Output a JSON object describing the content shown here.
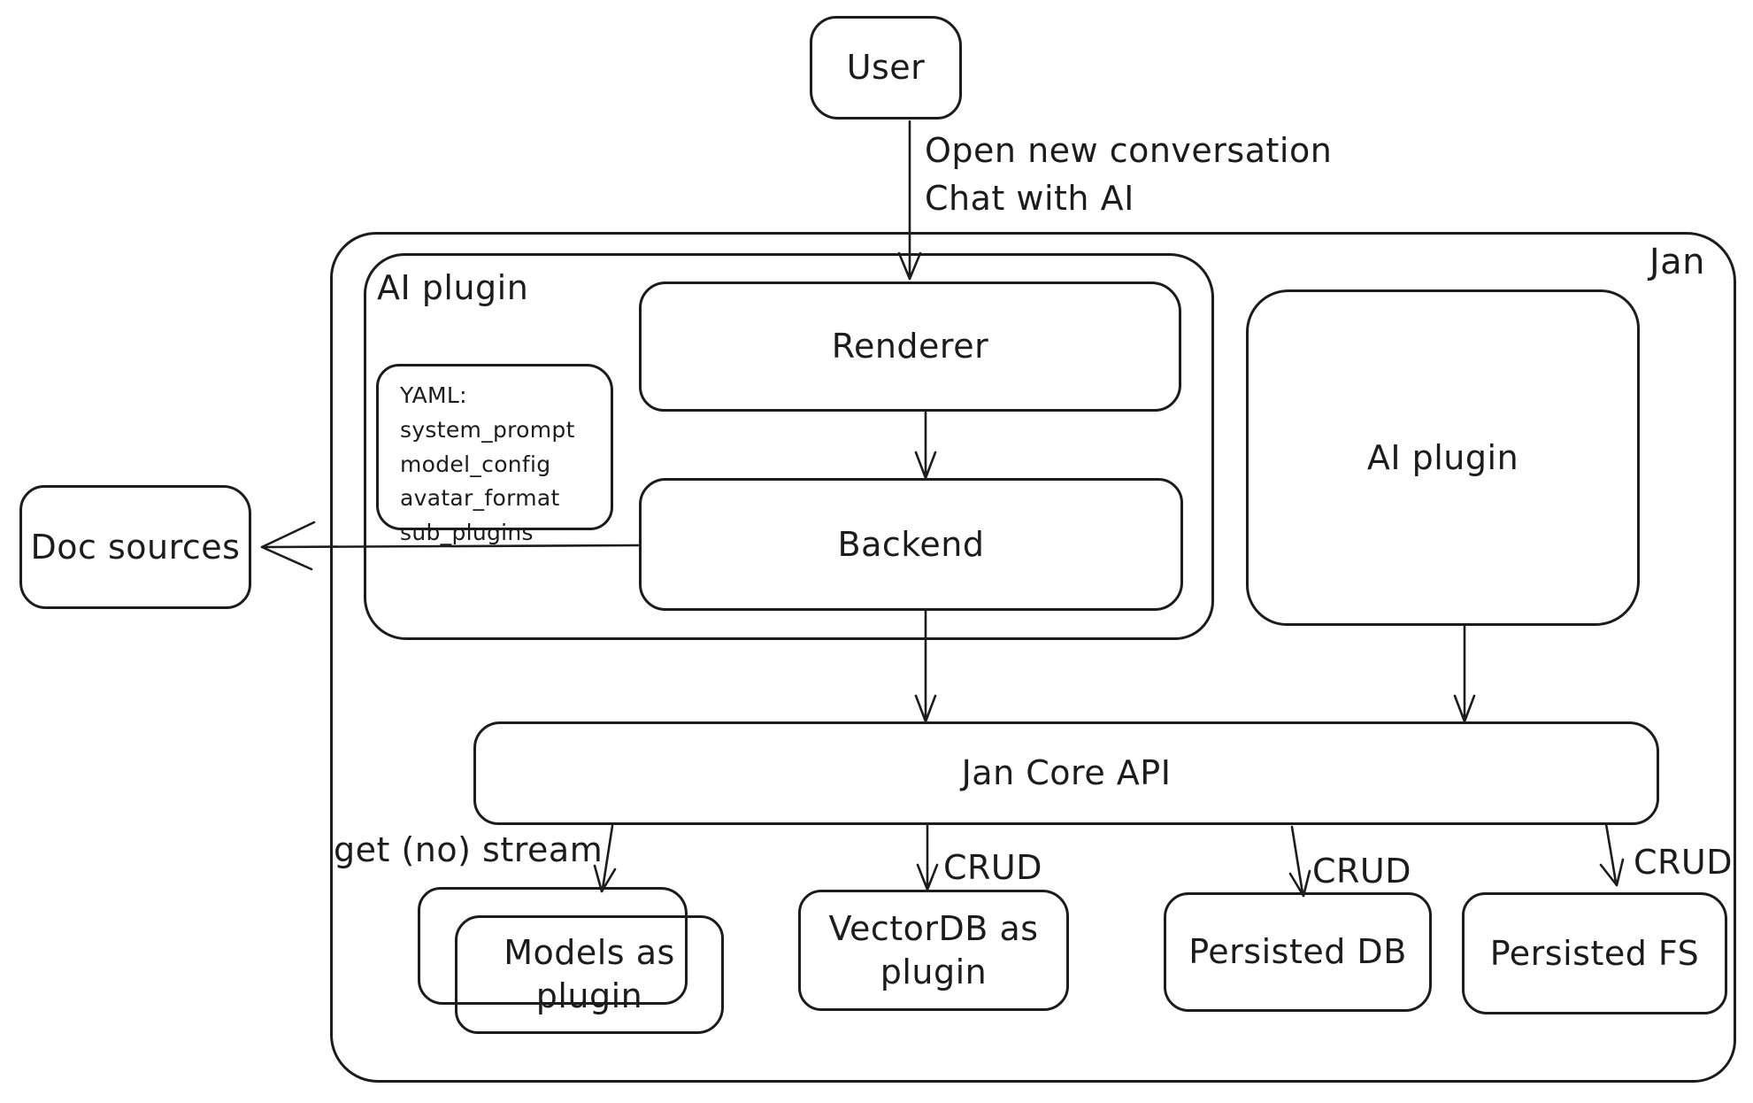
{
  "nodes": {
    "user": {
      "label": "User"
    },
    "jan": {
      "label": "Jan"
    },
    "ai_plugin_left": {
      "label": "AI plugin"
    },
    "renderer": {
      "label": "Renderer"
    },
    "yaml_note": {
      "lines": [
        "YAML:",
        "system_prompt",
        "model_config",
        "avatar_format",
        "sub_plugins"
      ]
    },
    "backend": {
      "label": "Backend"
    },
    "ai_plugin_right": {
      "label": "AI plugin"
    },
    "doc_sources": {
      "label": "Doc sources"
    },
    "jan_core_api": {
      "label": "Jan Core API"
    },
    "models_plugin": {
      "label": "Models as plugin"
    },
    "vectordb_plugin": {
      "label": "VectorDB as plugin"
    },
    "persisted_db": {
      "label": "Persisted DB"
    },
    "persisted_fs": {
      "label": "Persisted FS"
    }
  },
  "edges": {
    "user_to_renderer": {
      "lines": [
        "Open new conversation",
        "Chat with AI"
      ]
    },
    "api_to_models": {
      "label": "get (no) stream"
    },
    "api_to_vectordb": {
      "label": "CRUD"
    },
    "api_to_persisted_db": {
      "label": "CRUD"
    },
    "api_to_persisted_fs": {
      "label": "CRUD"
    }
  },
  "colors": {
    "stroke": "#1c1c1c",
    "background": "#ffffff"
  }
}
